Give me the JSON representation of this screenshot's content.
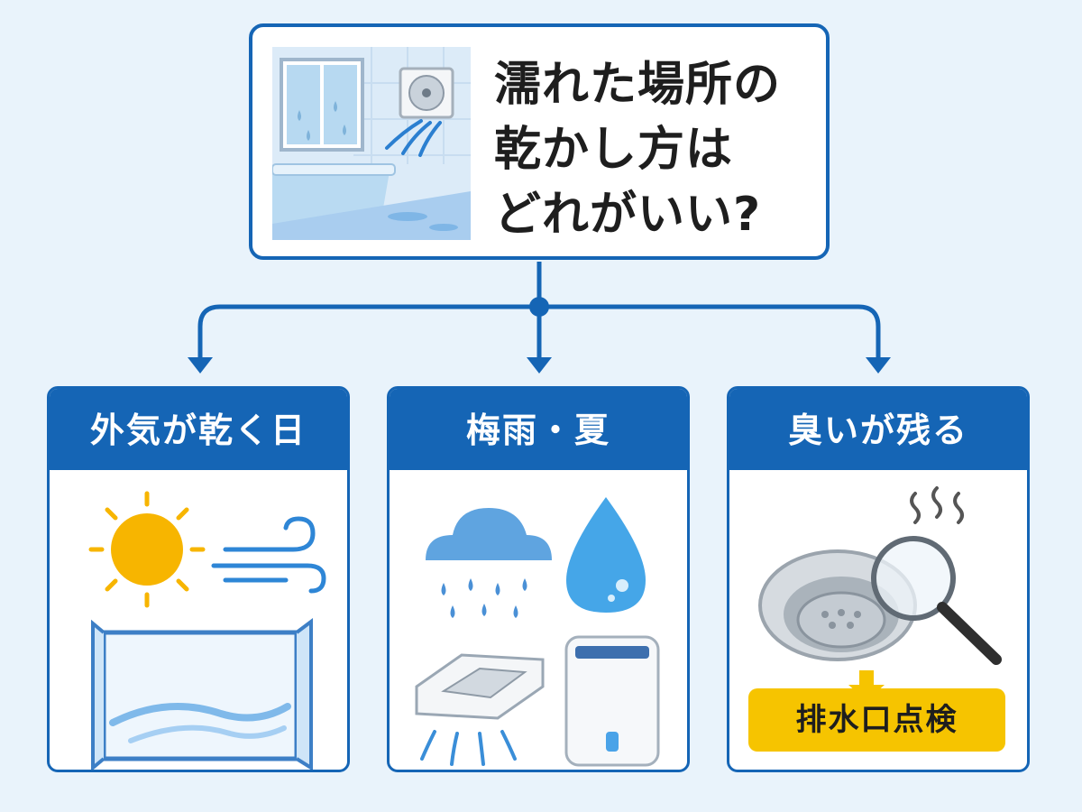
{
  "question": {
    "lines": [
      "濡れた場所の",
      "乾かし方は",
      "どれがいい?"
    ]
  },
  "cards": [
    {
      "title": "外気が乾く日"
    },
    {
      "title": "梅雨・夏"
    },
    {
      "title": "臭いが残る"
    }
  ],
  "odor_card": {
    "action_label": "排水口点検"
  },
  "colors": {
    "primary": "#1565b5",
    "background": "#e9f3fb",
    "badge": "#f6c400",
    "sun": "#f7b500",
    "rain_cloud": "#5fa4e0"
  }
}
